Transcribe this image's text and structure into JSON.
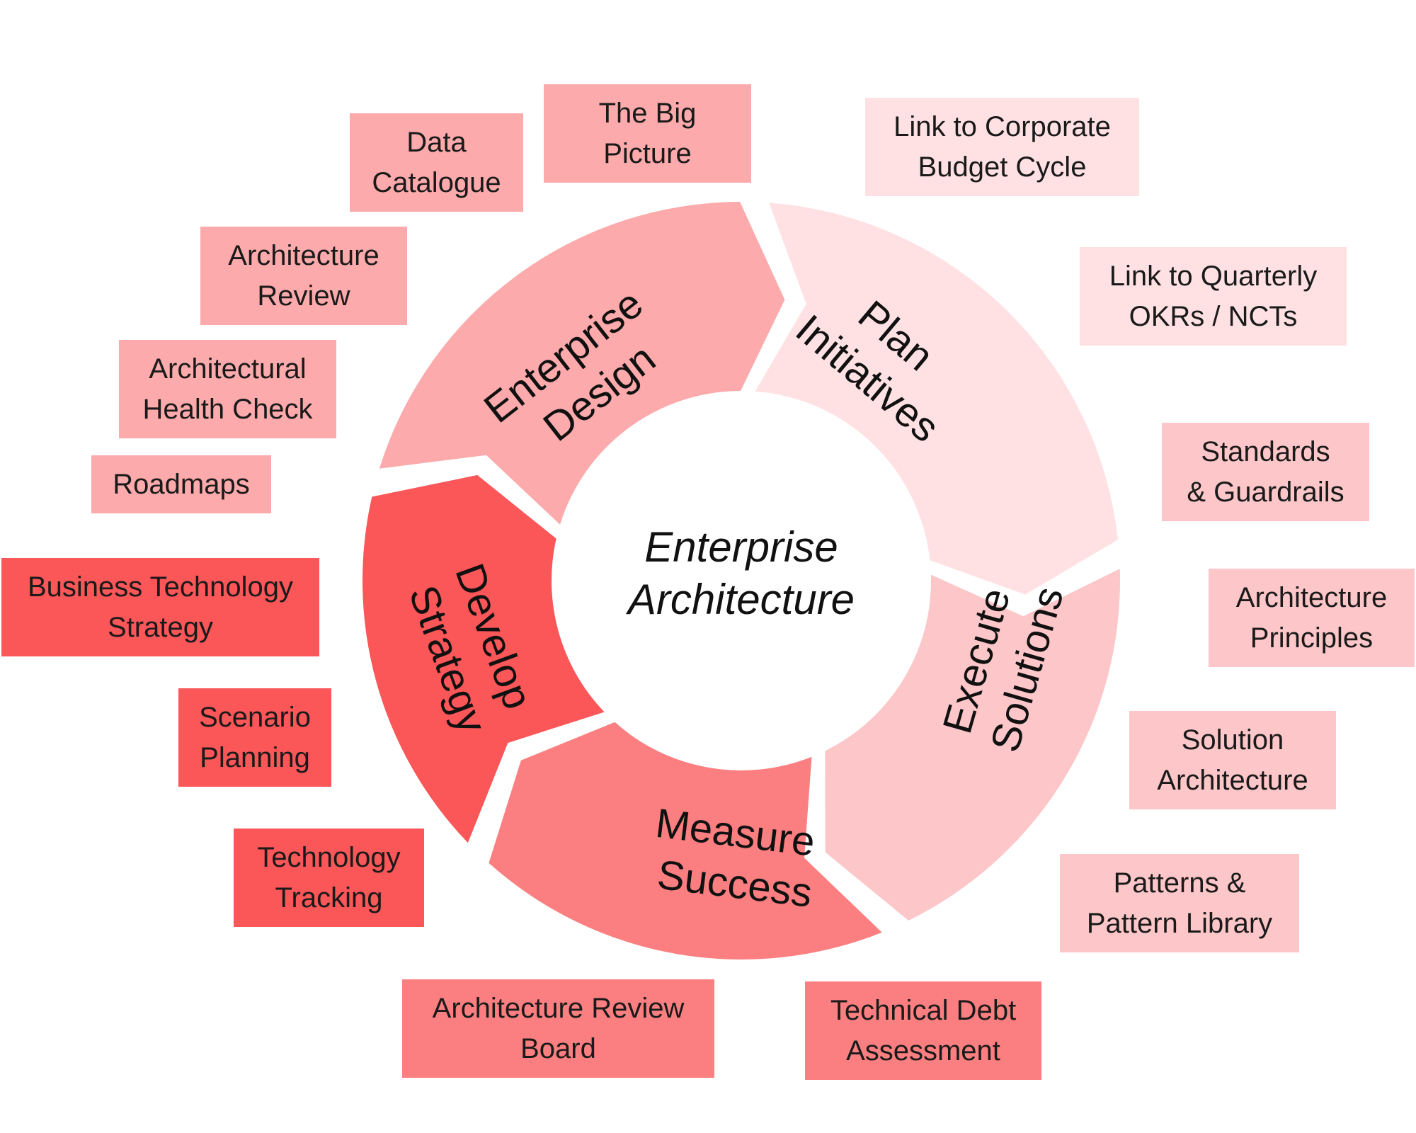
{
  "center": {
    "line1": "Enterprise",
    "line2": "Architecture"
  },
  "colors": {
    "light": "#ffe1e3",
    "pale": "#fdc6c8",
    "medium": "#fcaaab",
    "salmon": "#fb7f80",
    "red": "#fb5658"
  },
  "segments": [
    {
      "id": "plan",
      "line1": "Plan",
      "line2": "Initiatives",
      "color": "#ffe1e3"
    },
    {
      "id": "execute",
      "line1": "Execute",
      "line2": "Solutions",
      "color": "#fdc6c8"
    },
    {
      "id": "measure",
      "line1": "Measure",
      "line2": "Success",
      "color": "#fb7f80"
    },
    {
      "id": "develop",
      "line1": "Develop",
      "line2": "Strategy",
      "color": "#fb5658"
    },
    {
      "id": "design",
      "line1": "Enterprise",
      "line2": "Design",
      "color": "#fcaaab"
    }
  ],
  "tags": [
    {
      "id": "the-big-picture",
      "text": "The Big\nPicture",
      "color": "#fcaaab"
    },
    {
      "id": "data-catalogue",
      "text": "Data\nCatalogue",
      "color": "#fcaaab"
    },
    {
      "id": "architecture-review",
      "text": "Architecture\nReview",
      "color": "#fcaaab"
    },
    {
      "id": "architectural-health-check",
      "text": "Architectural\nHealth Check",
      "color": "#fcaaab"
    },
    {
      "id": "roadmaps",
      "text": "Roadmaps",
      "color": "#fcaaab"
    },
    {
      "id": "business-technology-strategy",
      "text": "Business Technology\nStrategy",
      "color": "#fb5658"
    },
    {
      "id": "scenario-planning",
      "text": "Scenario\nPlanning",
      "color": "#fb5658"
    },
    {
      "id": "technology-tracking",
      "text": "Technology\nTracking",
      "color": "#fb5658"
    },
    {
      "id": "architecture-review-board",
      "text": "Architecture Review\nBoard",
      "color": "#fb7f80"
    },
    {
      "id": "technical-debt-assessment",
      "text": "Technical Debt\nAssessment",
      "color": "#fb7f80"
    },
    {
      "id": "patterns-pattern-library",
      "text": "Patterns &\nPattern Library",
      "color": "#fdc6c8"
    },
    {
      "id": "solution-architecture",
      "text": "Solution\nArchitecture",
      "color": "#fdc6c8"
    },
    {
      "id": "architecture-principles",
      "text": "Architecture\nPrinciples",
      "color": "#fdc6c8"
    },
    {
      "id": "standards-guardrails",
      "text": "Standards\n& Guardrails",
      "color": "#fdc6c8"
    },
    {
      "id": "link-quarterly-okrs",
      "text": "Link to Quarterly\nOKRs / NCTs",
      "color": "#ffe1e3"
    },
    {
      "id": "link-corporate-budget",
      "text": "Link to Corporate\nBudget Cycle",
      "color": "#ffe1e3"
    }
  ]
}
